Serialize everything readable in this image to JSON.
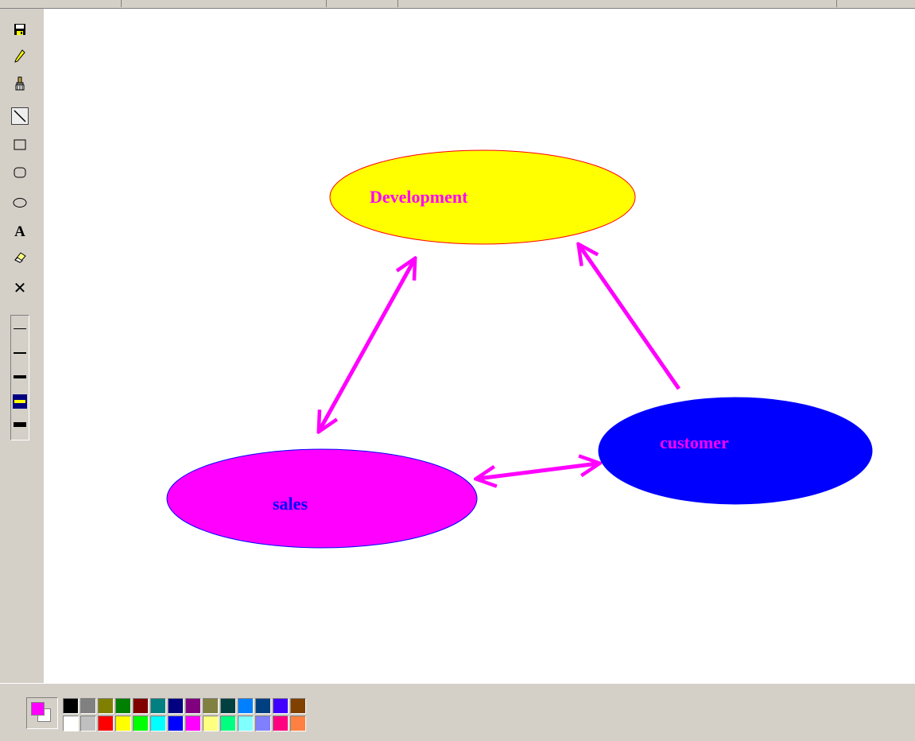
{
  "app": {
    "tools": [
      {
        "name": "save-icon"
      },
      {
        "name": "pencil-icon"
      },
      {
        "name": "brush-icon"
      },
      {
        "name": "line-tool-icon",
        "active": true
      },
      {
        "name": "rectangle-tool-icon"
      },
      {
        "name": "rounded-rectangle-tool-icon"
      },
      {
        "name": "ellipse-tool-icon"
      },
      {
        "name": "text-tool-icon",
        "label": "A"
      },
      {
        "name": "eraser-icon"
      },
      {
        "name": "clear-icon",
        "label": "✕"
      }
    ],
    "line_widths": [
      1,
      2,
      3,
      4,
      5
    ],
    "selected_line_width": 4
  },
  "canvas": {
    "shapes": [
      {
        "id": "development",
        "label": "Development",
        "fill": "#ffff00",
        "stroke": "#ff0000",
        "text_color": "#ff00ff"
      },
      {
        "id": "sales",
        "label": "sales",
        "fill": "#ff00ff",
        "stroke": "#0000ff",
        "text_color": "#0000ff"
      },
      {
        "id": "customer",
        "label": "customer",
        "fill": "#0000ff",
        "stroke": "#0000ff",
        "text_color": "#ff00ff"
      }
    ],
    "arrow_color": "#ff00ff"
  },
  "palette": {
    "foreground": "#ff00ff",
    "background": "#ffffff",
    "colors": [
      "#000000",
      "#808080",
      "#808000",
      "#008000",
      "#800000",
      "#008080",
      "#000080",
      "#800080",
      "#808040",
      "#004040",
      "#0080ff",
      "#004080",
      "#4000ff",
      "#804000",
      "#ffffff",
      "#c0c0c0",
      "#ff0000",
      "#ffff00",
      "#00ff00",
      "#00ffff",
      "#0000ff",
      "#ff00ff",
      "#ffff80",
      "#00ff80",
      "#80ffff",
      "#8080ff",
      "#ff0080",
      "#ff8040"
    ]
  }
}
